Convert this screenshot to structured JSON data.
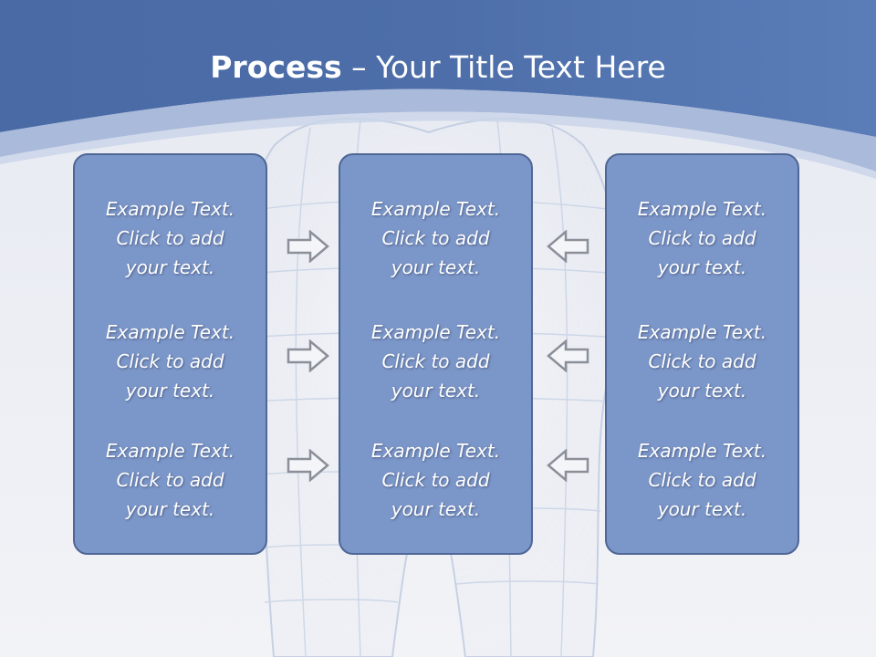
{
  "title": {
    "bold": "Process",
    "rest": " – Your Title Text Here"
  },
  "colors": {
    "header": "#4f6ea8",
    "panel": "#7b96c8",
    "panel_border": "#4f6696",
    "background": "#eef0f5",
    "arrow_stroke": "#8a8f99"
  },
  "panels": [
    {
      "items": [
        {
          "line1": "Example Text.",
          "line2": "Click  to add",
          "line3": "your text."
        },
        {
          "line1": "Example Text.",
          "line2": "Click  to add",
          "line3": "your text."
        },
        {
          "line1": "Example Text.",
          "line2": "Click  to add",
          "line3": "your text."
        }
      ]
    },
    {
      "items": [
        {
          "line1": "Example Text.",
          "line2": "Click  to add",
          "line3": "your text."
        },
        {
          "line1": "Example Text.",
          "line2": "Click  to add",
          "line3": "your text."
        },
        {
          "line1": "Example Text.",
          "line2": "Click  to add",
          "line3": "your text."
        }
      ]
    },
    {
      "items": [
        {
          "line1": "Example Text.",
          "line2": "Click  to add",
          "line3": "your text."
        },
        {
          "line1": "Example Text.",
          "line2": "Click  to add",
          "line3": "your text."
        },
        {
          "line1": "Example Text.",
          "line2": "Click  to add",
          "line3": "your text."
        }
      ]
    }
  ],
  "arrows": {
    "left_group": "arrow-right-icon",
    "right_group": "arrow-left-icon"
  }
}
